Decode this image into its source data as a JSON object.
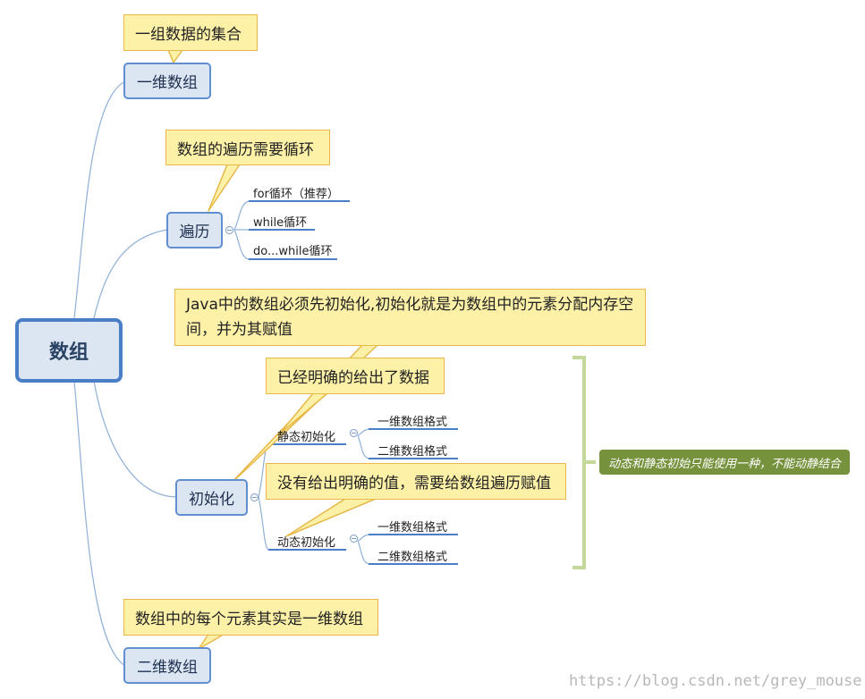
{
  "root": {
    "label": "数组"
  },
  "branches": {
    "one_dim": {
      "label": "一维数组",
      "callout": "一组数据的集合"
    },
    "traverse": {
      "label": "遍历",
      "callout": "数组的遍历需要循环",
      "items": [
        "for循环（推荐）",
        "while循环",
        "do...while循环"
      ]
    },
    "init": {
      "label": "初始化",
      "callout": "Java中的数组必须先初始化,初始化就是为数组中的元素分配内存空间，并为其赋值",
      "static": {
        "label": "静态初始化",
        "callout": "已经明确的给出了数据",
        "items": [
          "一维数组格式",
          "二维数组格式"
        ]
      },
      "dynamic": {
        "label": "动态初始化",
        "callout": "没有给出明确的值，需要给数组遍历赋值",
        "items": [
          "一维数组格式",
          "二维数组格式"
        ]
      },
      "summary": "动态和静态初始只能使用一种，不能动静结合"
    },
    "two_dim": {
      "label": "二维数组",
      "callout": "数组中的每个元素其实是一维数组"
    }
  },
  "watermark": "https://blog.csdn.net/grey_mouse",
  "colors": {
    "node_fill": "#dce6f2",
    "node_border": "#5f8fd0",
    "callout_fill": "#fdf1a8",
    "callout_border": "#e8b84a",
    "leaf_underline": "#4a7fc8",
    "bracket": "#c4d89a",
    "summary_fill": "#76923c"
  }
}
